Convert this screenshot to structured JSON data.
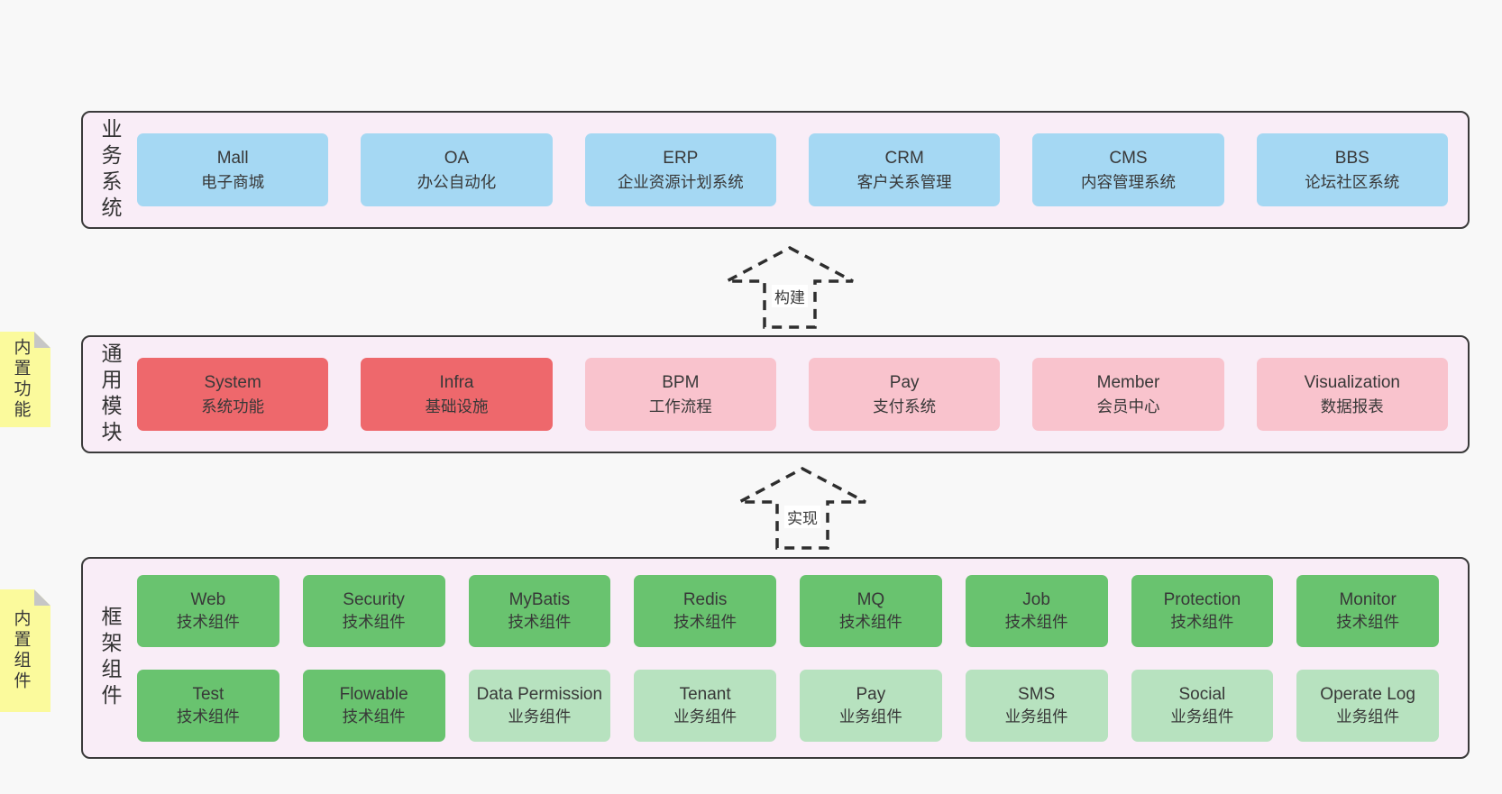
{
  "sections": {
    "business": {
      "label": "业务系统",
      "items": [
        {
          "name": "Mall",
          "sub": "电子商城"
        },
        {
          "name": "OA",
          "sub": "办公自动化"
        },
        {
          "name": "ERP",
          "sub": "企业资源计划系统"
        },
        {
          "name": "CRM",
          "sub": "客户关系管理"
        },
        {
          "name": "CMS",
          "sub": "内容管理系统"
        },
        {
          "name": "BBS",
          "sub": "论坛社区系统"
        }
      ]
    },
    "modules": {
      "label": "通用模块",
      "note": "内置功能",
      "items": [
        {
          "name": "System",
          "sub": "系统功能"
        },
        {
          "name": "Infra",
          "sub": "基础设施"
        },
        {
          "name": "BPM",
          "sub": "工作流程"
        },
        {
          "name": "Pay",
          "sub": "支付系统"
        },
        {
          "name": "Member",
          "sub": "会员中心"
        },
        {
          "name": "Visualization",
          "sub": "数据报表"
        }
      ]
    },
    "components": {
      "label": "框架组件",
      "note": "内置组件",
      "rows": [
        [
          {
            "name": "Web",
            "sub": "技术组件"
          },
          {
            "name": "Security",
            "sub": "技术组件"
          },
          {
            "name": "MyBatis",
            "sub": "技术组件"
          },
          {
            "name": "Redis",
            "sub": "技术组件"
          },
          {
            "name": "MQ",
            "sub": "技术组件"
          },
          {
            "name": "Job",
            "sub": "技术组件"
          },
          {
            "name": "Protection",
            "sub": "技术组件"
          },
          {
            "name": "Monitor",
            "sub": "技术组件"
          }
        ],
        [
          {
            "name": "Test",
            "sub": "技术组件"
          },
          {
            "name": "Flowable",
            "sub": "技术组件"
          },
          {
            "name": "Data Permission",
            "sub": "业务组件"
          },
          {
            "name": "Tenant",
            "sub": "业务组件"
          },
          {
            "name": "Pay",
            "sub": "业务组件"
          },
          {
            "name": "SMS",
            "sub": "业务组件"
          },
          {
            "name": "Social",
            "sub": "业务组件"
          },
          {
            "name": "Operate Log",
            "sub": "业务组件"
          }
        ]
      ]
    }
  },
  "arrows": {
    "build": "构建",
    "implement": "实现"
  },
  "colors": {
    "page_bg": "#f8f8f8",
    "section_bg": "#f9edf7",
    "section_border": "#3a3a3a",
    "business_box": "#a5d8f3",
    "core_module_box": "#ee686c",
    "module_box": "#f9c3cd",
    "tech_component_box": "#69c36f",
    "biz_component_box": "#b7e2bf",
    "note_bg": "#fbfa9c",
    "text": "#383838"
  }
}
